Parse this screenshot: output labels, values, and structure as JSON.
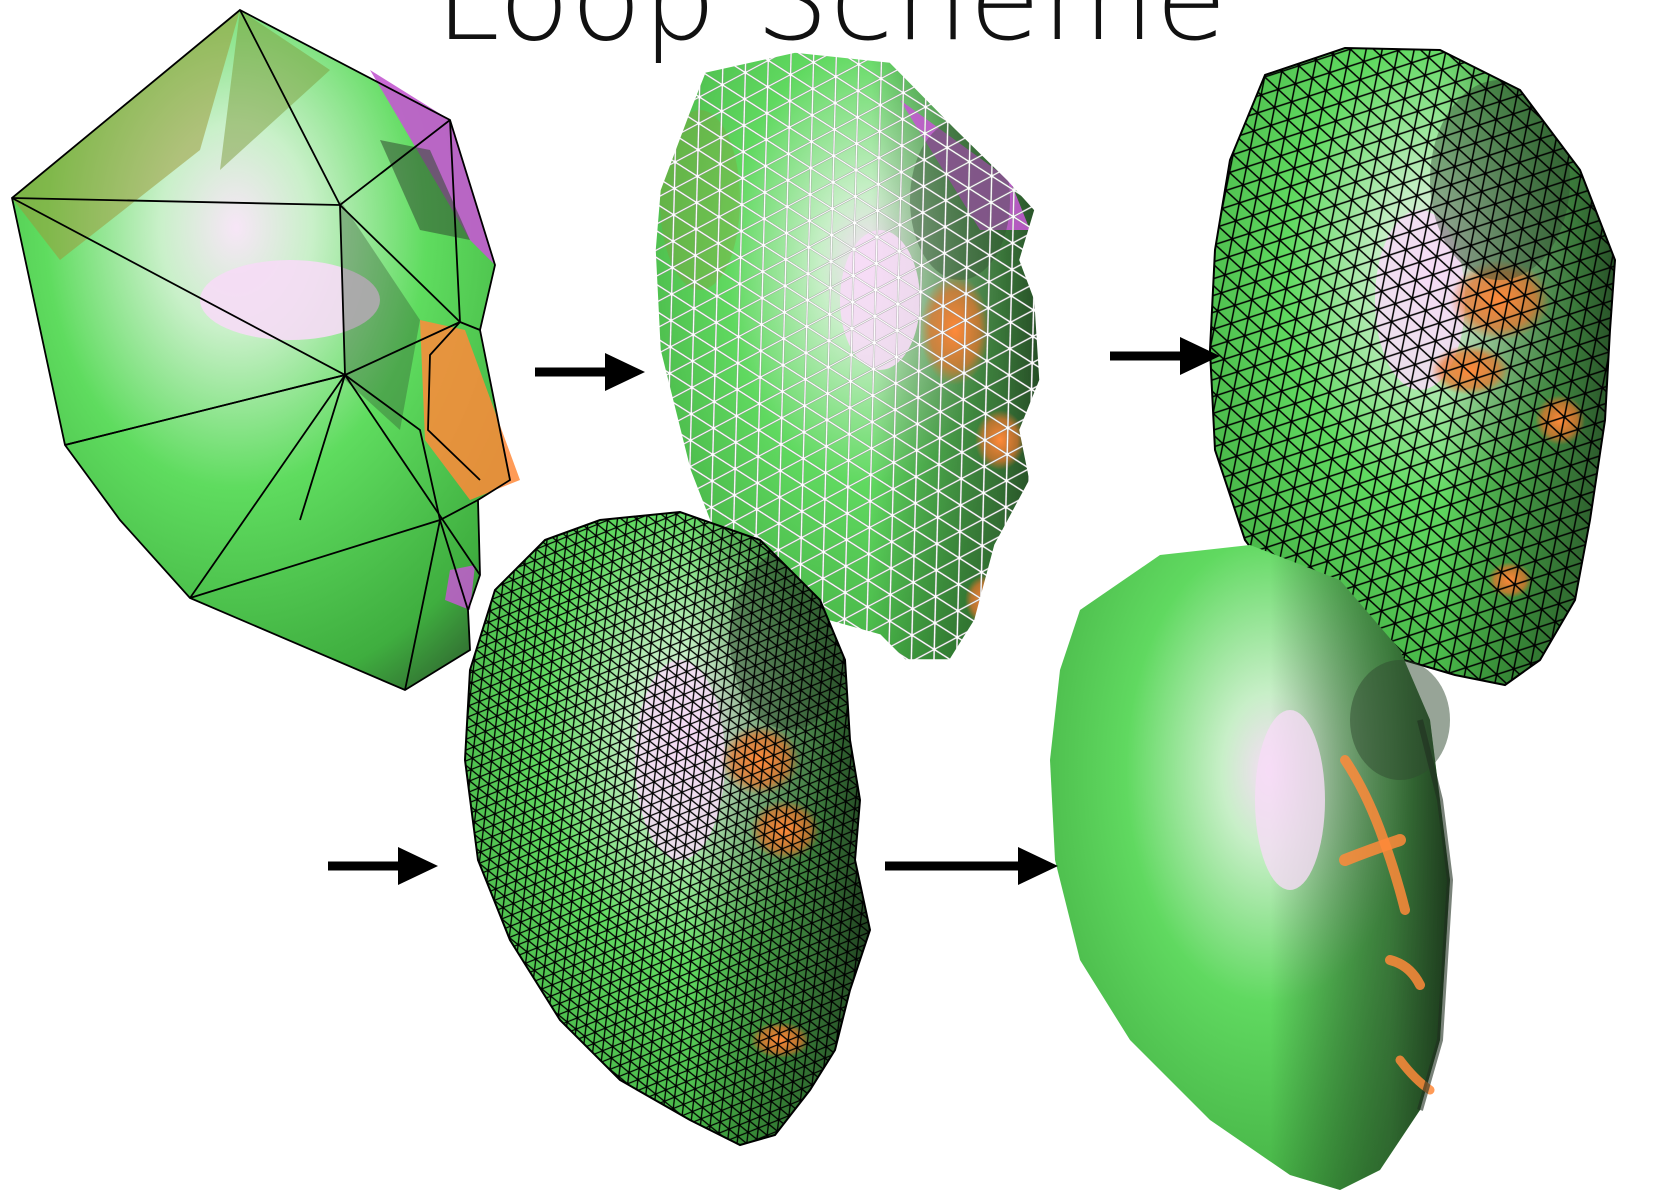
{
  "title": "Loop Scheme",
  "stages": [
    {
      "name": "control-mesh",
      "wire_color": "#000000"
    },
    {
      "name": "subdivision-level-1",
      "wire_color": "#ffffff"
    },
    {
      "name": "subdivision-level-2",
      "wire_color": "#000000"
    },
    {
      "name": "subdivision-level-3",
      "wire_color": "#000000"
    },
    {
      "name": "limit-surface",
      "wire_color": "none"
    }
  ],
  "colors": {
    "surface_green": "#5bd65b",
    "surface_dark": "#2f4a2f",
    "highlight_pink": "#f6dcf6",
    "accent_orange": "#ff8a3a",
    "accent_magenta": "#c35ad0",
    "arrow": "#000000"
  }
}
